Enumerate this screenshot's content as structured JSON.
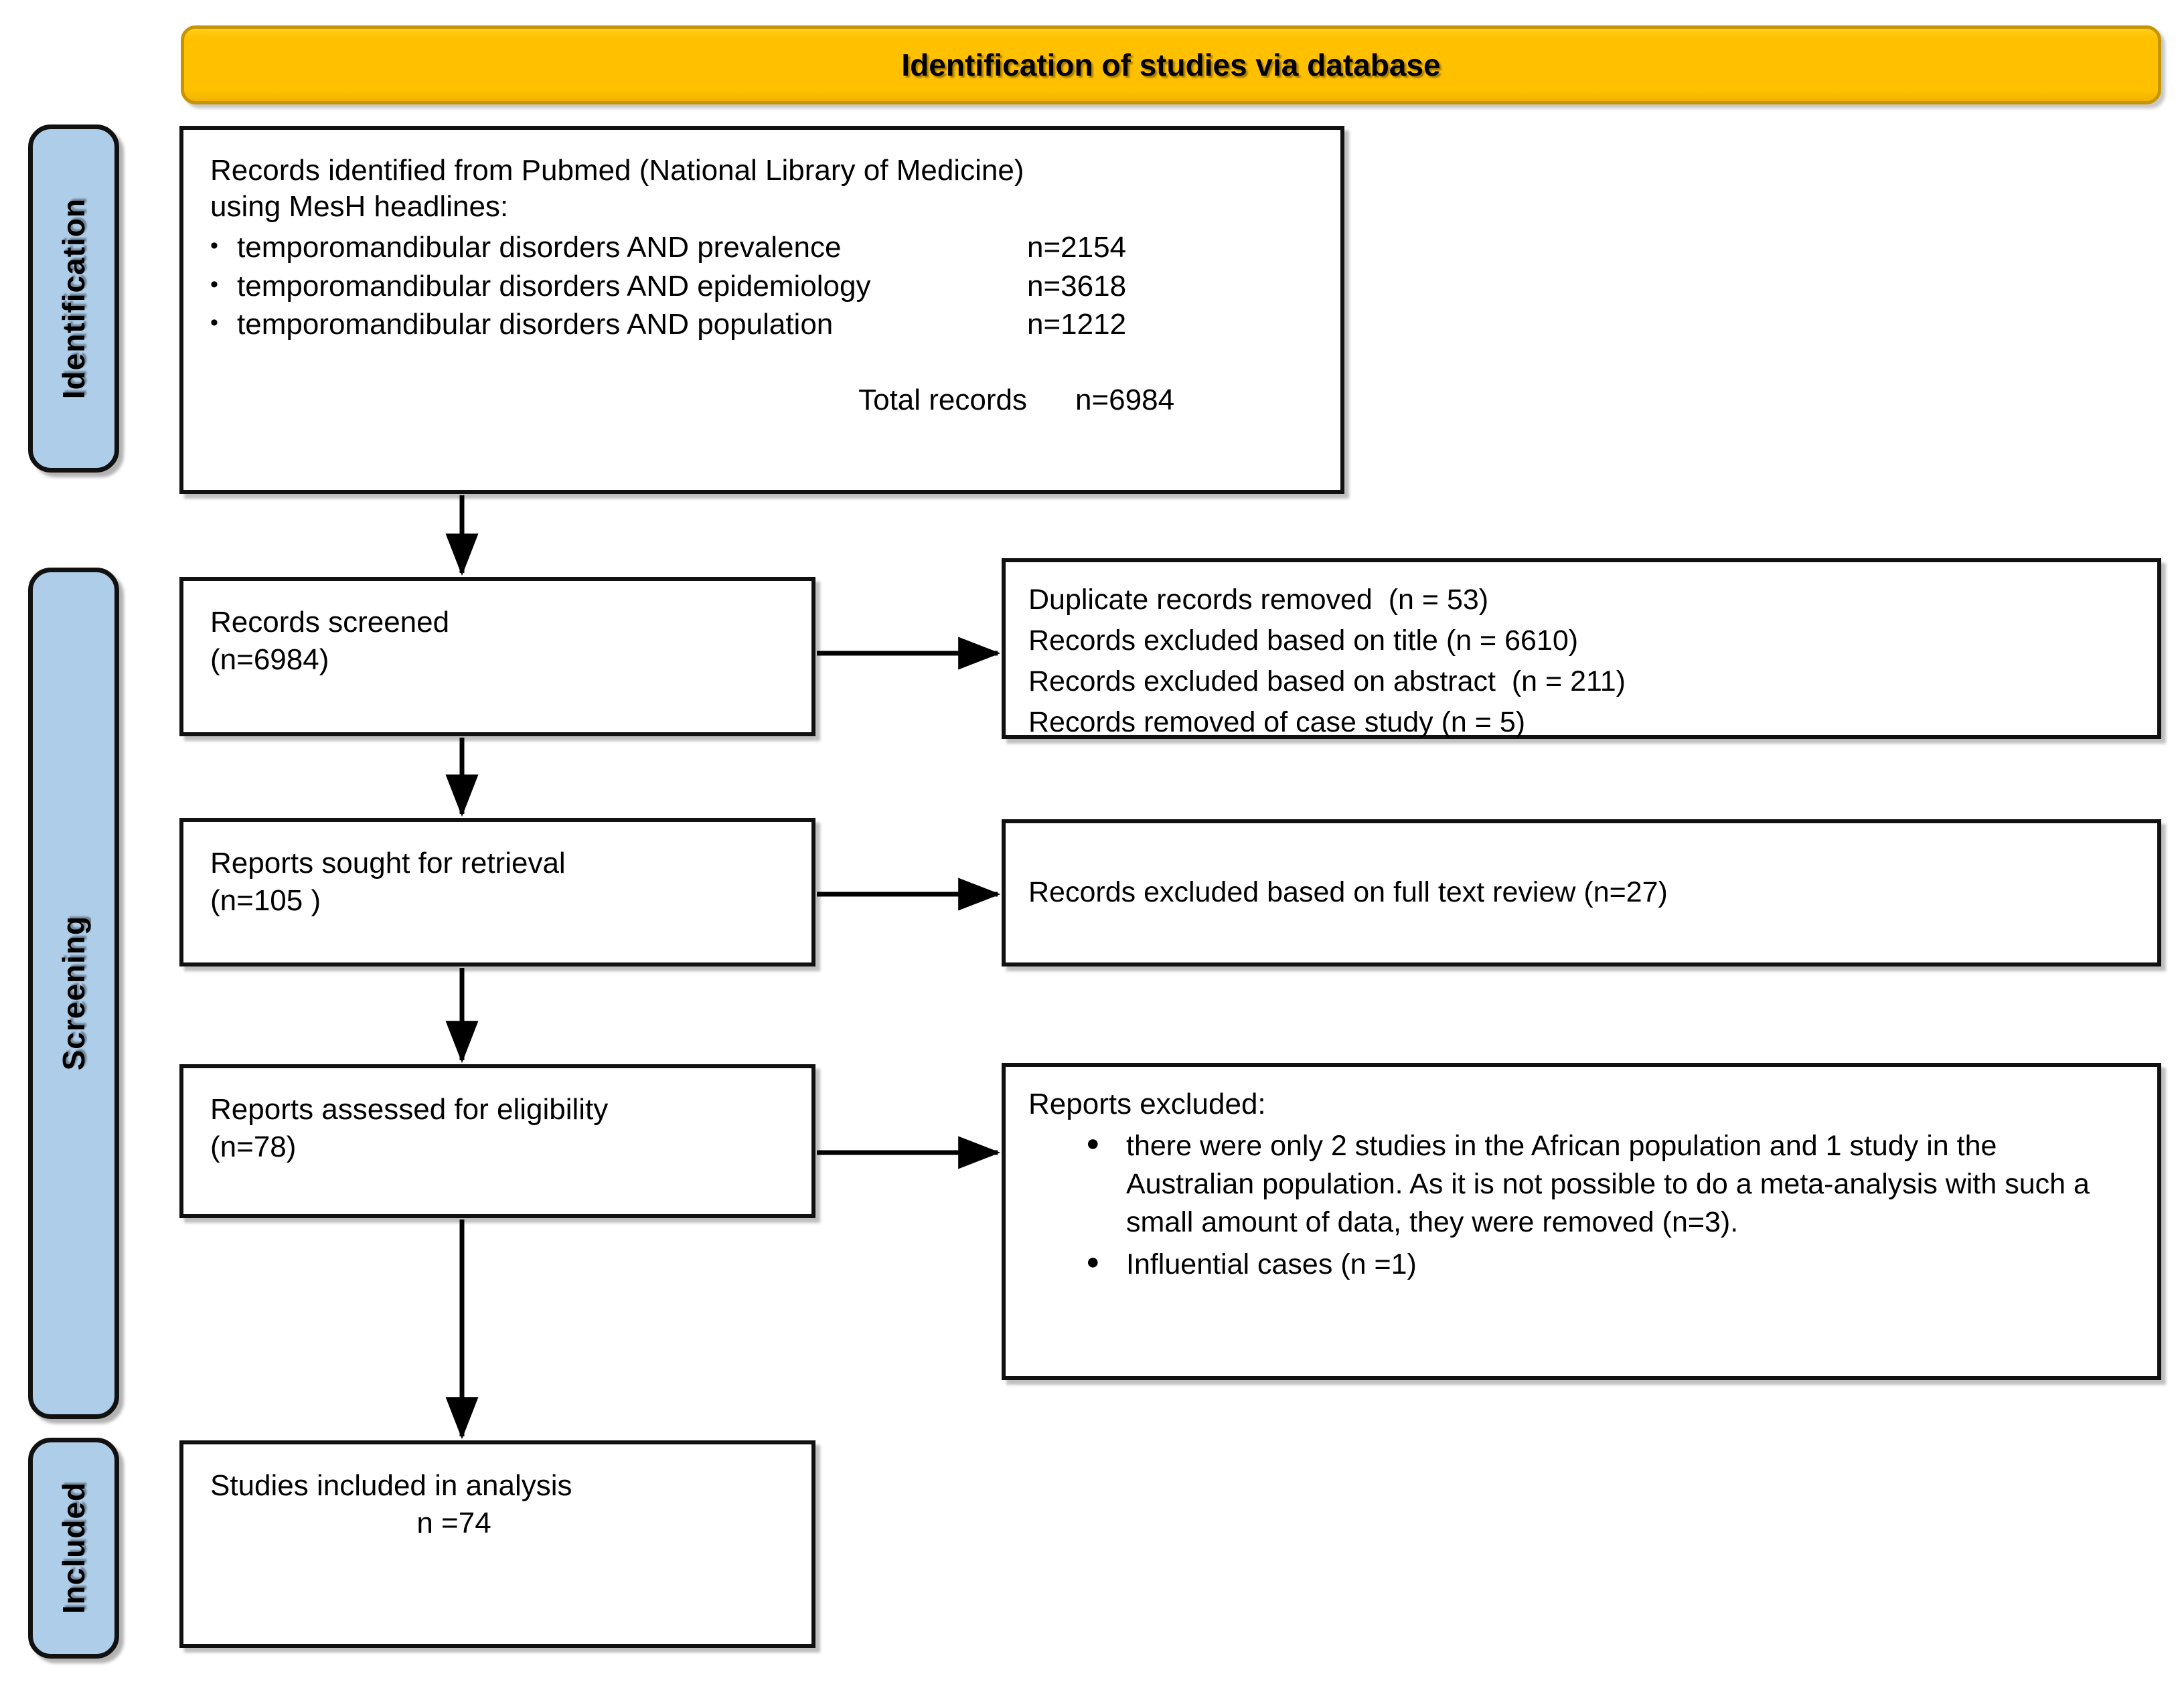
{
  "header": {
    "title": "Identification of studies via database"
  },
  "stages": [
    {
      "name": "identification",
      "label": "Identification"
    },
    {
      "name": "screening",
      "label": "Screening"
    },
    {
      "name": "included",
      "label": "Included"
    }
  ],
  "identification_box": {
    "intro_line1": "Records identified from Pubmed (National Library of Medicine)",
    "intro_line2": "using MesH headlines:",
    "queries": [
      {
        "label": "temporomandibular disorders AND prevalence",
        "count": "n=2154"
      },
      {
        "label": "temporomandibular disorders AND epidemiology",
        "count": "n=3618"
      },
      {
        "label": "temporomandibular disorders AND population",
        "count": "n=1212"
      }
    ],
    "total_label": "Total records",
    "total_count": "n=6984"
  },
  "screened_box": {
    "line1": "Records screened",
    "line2": "(n=6984)"
  },
  "excluded_screening_box": {
    "lines": [
      "Duplicate records removed  (n = 53)",
      "Records excluded based on title (n = 6610)",
      "Records excluded based on abstract  (n = 211)",
      "Records removed of case study (n = 5)"
    ]
  },
  "sought_box": {
    "line1": "Reports sought for retrieval",
    "line2": "(n=105 )"
  },
  "excluded_fulltext_box": {
    "line1": "Records excluded based on full text review (n=27)"
  },
  "assessed_box": {
    "line1": "Reports assessed for eligibility",
    "line2": "(n=78)"
  },
  "excluded_reports_box": {
    "heading": "Reports excluded:",
    "items": [
      "there were only 2 studies in the African population and 1 study in the Australian population. As it is not possible to do a meta-analysis with such a small amount of data, they were removed (n=3).",
      "Influential cases (n =1)"
    ],
    "bullet_glyph": "●"
  },
  "included_box": {
    "line1": "Studies included in analysis",
    "line2": "n =74"
  },
  "colors": {
    "banner": "#FFC000",
    "banner_border": "#C79500",
    "stage_pill": "#AECDE8",
    "box_border": "#111111",
    "text": "#000000",
    "background": "#FFFFFF"
  }
}
